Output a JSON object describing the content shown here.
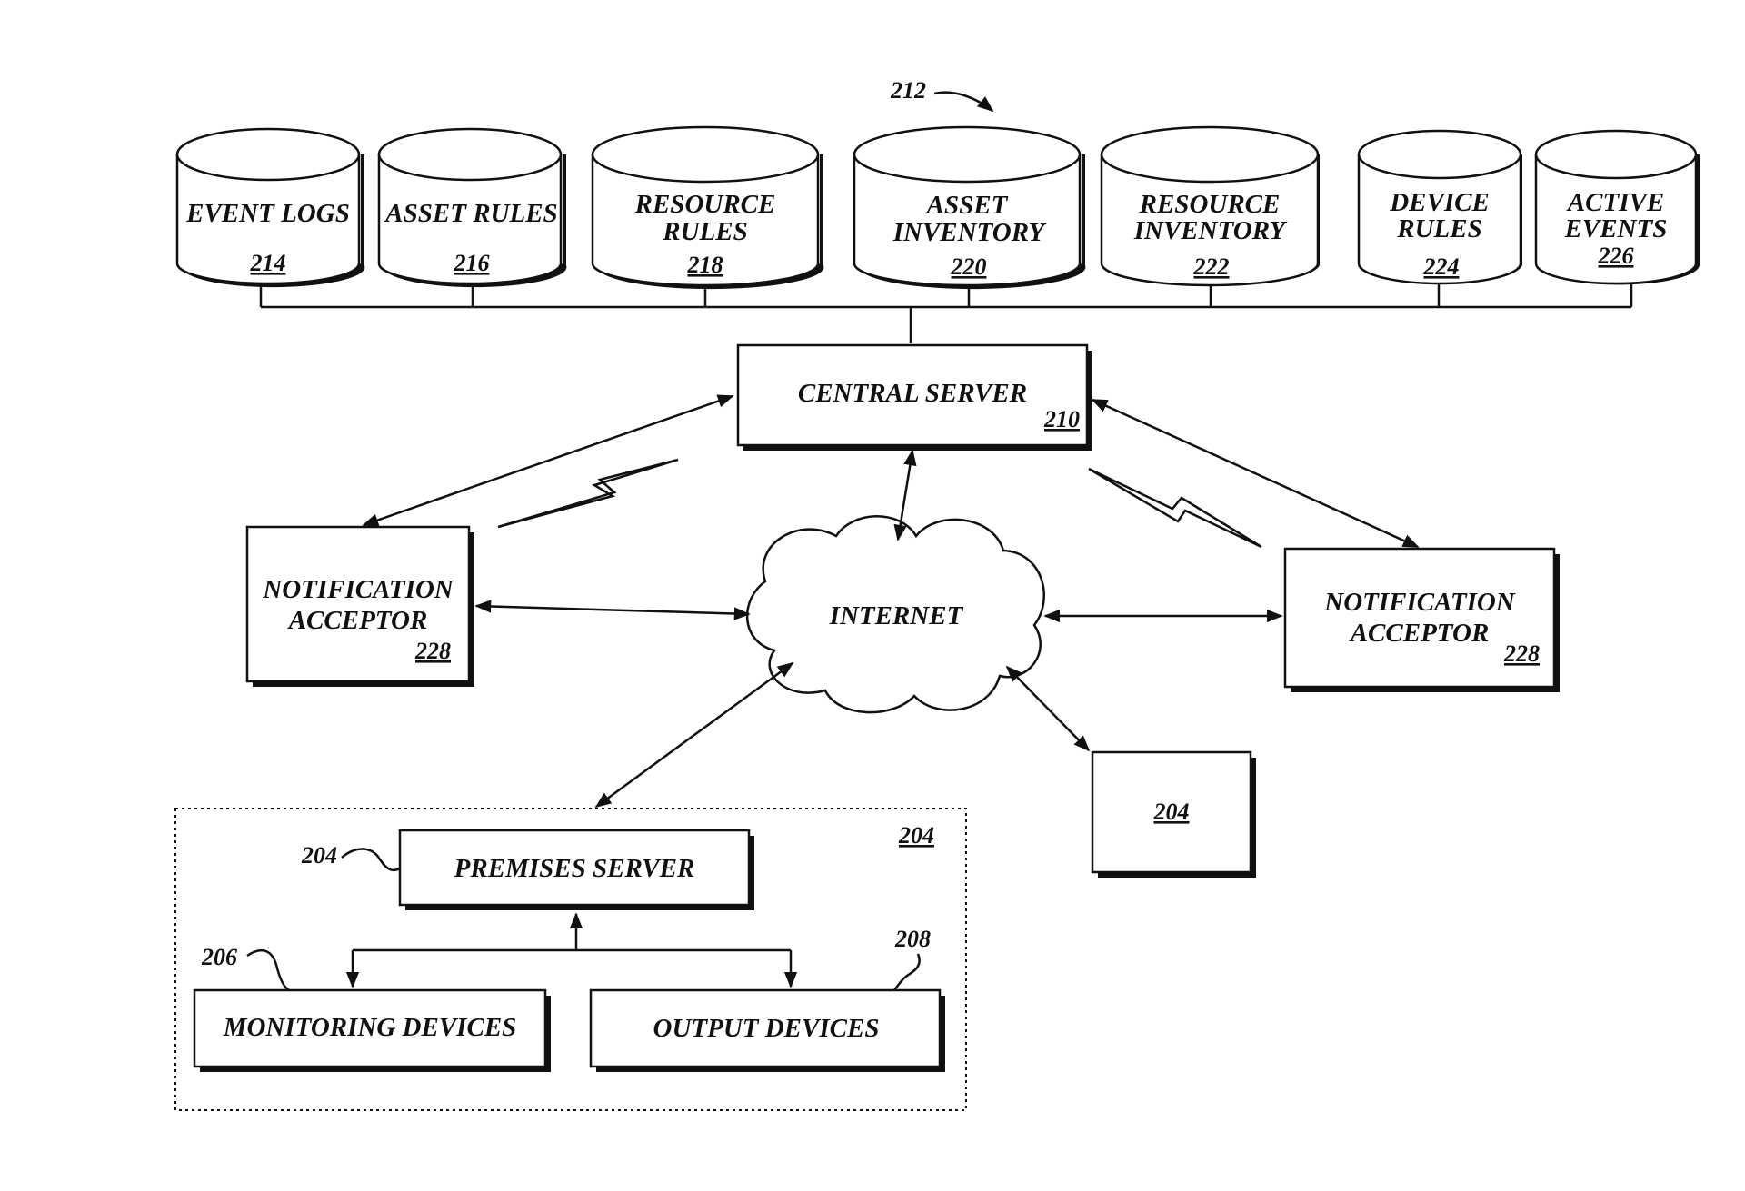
{
  "figure": {
    "ref_system": "212"
  },
  "databases": [
    {
      "label_lines": [
        "EVENT LOGS"
      ],
      "ref": "214"
    },
    {
      "label_lines": [
        "ASSET RULES"
      ],
      "ref": "216"
    },
    {
      "label_lines": [
        "RESOURCE",
        "RULES"
      ],
      "ref": "218"
    },
    {
      "label_lines": [
        "ASSET",
        "INVENTORY"
      ],
      "ref": "220"
    },
    {
      "label_lines": [
        "RESOURCE",
        "INVENTORY"
      ],
      "ref": "222"
    },
    {
      "label_lines": [
        "DEVICE",
        "RULES"
      ],
      "ref": "224"
    },
    {
      "label_lines": [
        "ACTIVE",
        "EVENTS"
      ],
      "ref": "226"
    }
  ],
  "central_server": {
    "label": "CENTRAL SERVER",
    "ref": "210"
  },
  "internet": {
    "label": "INTERNET"
  },
  "notification_left": {
    "label_lines": [
      "NOTIFICATION",
      "ACCEPTOR"
    ],
    "ref": "228"
  },
  "notification_right": {
    "label_lines": [
      "NOTIFICATION",
      "ACCEPTOR"
    ],
    "ref": "228"
  },
  "premises_small": {
    "ref": "204"
  },
  "premises_group": {
    "ref": "204",
    "server": {
      "label": "PREMISES SERVER",
      "ref": "204"
    },
    "monitoring": {
      "label": "MONITORING DEVICES",
      "ref": "206"
    },
    "output": {
      "label": "OUTPUT DEVICES",
      "ref": "208"
    }
  }
}
